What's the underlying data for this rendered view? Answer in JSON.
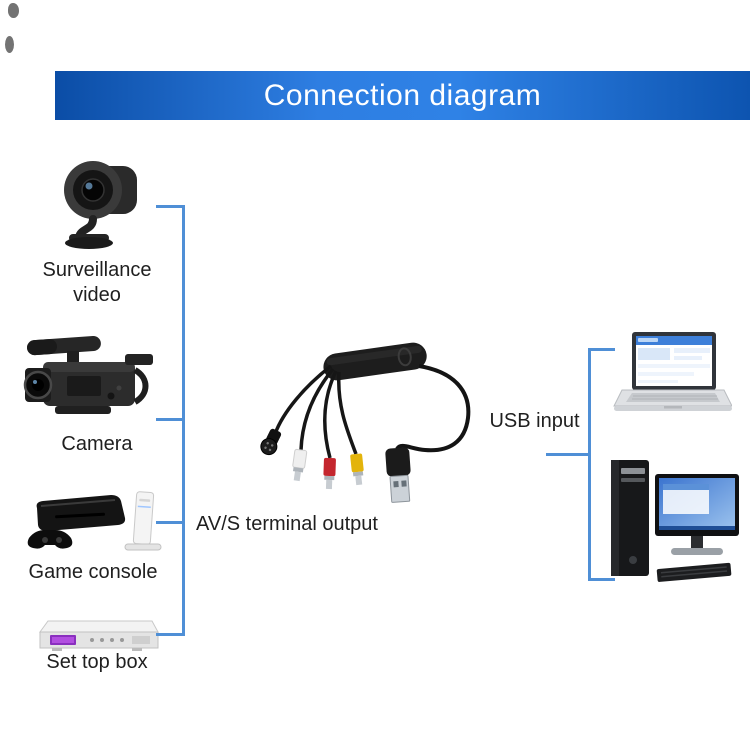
{
  "banner": {
    "title": "Connection diagram",
    "bg_color_dark": "#0b4da6",
    "bg_color_bright": "#2e7ee2",
    "text_color": "#ffffff"
  },
  "diagram": {
    "line_color": "#4f8fd6",
    "sources": [
      {
        "label": "Surveillance video",
        "icon": "webcam-icon"
      },
      {
        "label": "Camera",
        "icon": "camcorder-icon"
      },
      {
        "label": "Game console",
        "icon": "game-console-icon"
      },
      {
        "label": "Set top box",
        "icon": "set-top-box-icon"
      }
    ],
    "device": {
      "av_label": "AV/S terminal output",
      "usb_label": "USB input",
      "icon": "av-usb-capture-cable-icon",
      "connector_colors": {
        "s_video": "#161616",
        "audio_white": "#efefef",
        "audio_red": "#c4262e",
        "video_yellow": "#e3b40c"
      }
    },
    "destinations": [
      {
        "icon": "laptop-icon"
      },
      {
        "icon": "desktop-computer-icon"
      }
    ]
  }
}
